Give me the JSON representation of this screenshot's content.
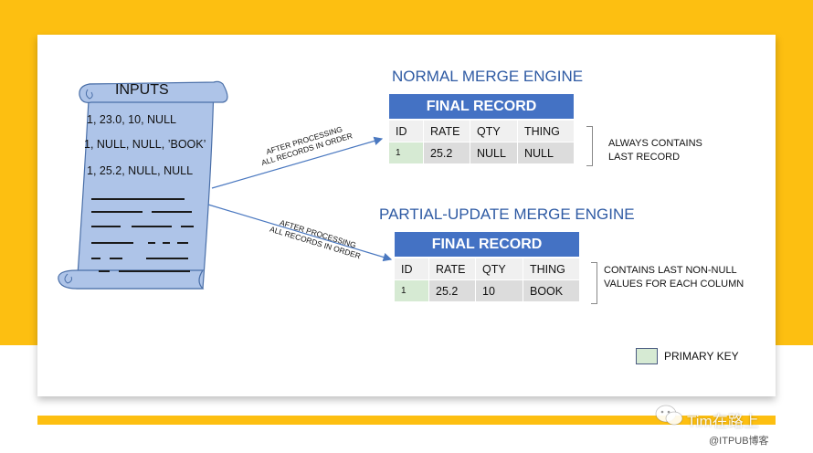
{
  "inputs": {
    "title": "INPUTS",
    "lines": [
      "1, 23.0, 10, NULL",
      "1, NULL, NULL, ’BOOK’",
      "1, 25.2, NULL, NULL"
    ]
  },
  "arrow_labels": {
    "normal": [
      "AFTER PROCESSING",
      "ALL RECORDS IN ORDER"
    ],
    "partial": [
      "AFTER PROCESSING",
      "ALL RECORDS IN ORDER"
    ]
  },
  "normal_engine": {
    "title": "NORMAL MERGE ENGINE",
    "record_title": "FINAL RECORD",
    "columns": [
      "ID",
      "RATE",
      "QTY",
      "THING"
    ],
    "values": [
      "1",
      "25.2",
      "NULL",
      "NULL"
    ],
    "note": [
      "ALWAYS CONTAINS",
      "LAST RECORD"
    ]
  },
  "partial_engine": {
    "title": "PARTIAL-UPDATE MERGE ENGINE",
    "record_title": "FINAL RECORD",
    "columns": [
      "ID",
      "RATE",
      "QTY",
      "THING"
    ],
    "values": [
      "1",
      "25.2",
      "10",
      "BOOK"
    ],
    "note": [
      "CONTAINS LAST NON-NULL",
      "VALUES FOR EACH COLUMN"
    ]
  },
  "legend": {
    "label": "PRIMARY KEY",
    "color": "#d6ead3"
  },
  "colors": {
    "accent_band": "#fdbf11",
    "header_blue": "#4472c4",
    "title_blue": "#2e5aa3",
    "scroll_fill": "#aec4e8"
  },
  "watermark": {
    "text": "Tim在路上",
    "credit": "@ITPUB博客",
    "icon": "wechat-icon"
  }
}
